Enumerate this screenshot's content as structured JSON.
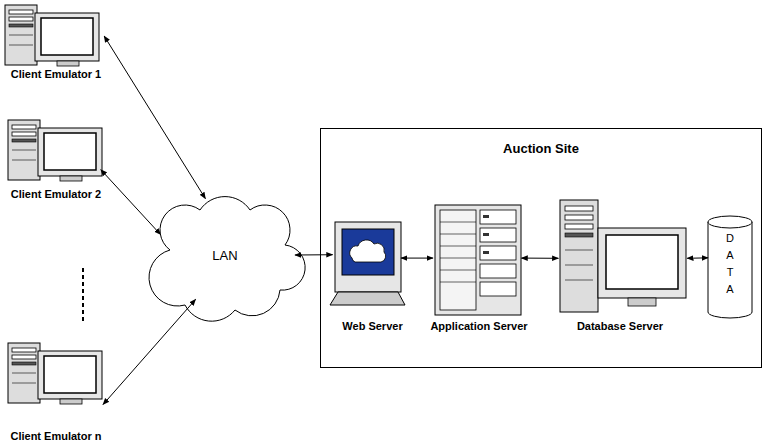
{
  "diagram": {
    "nodes": [
      {
        "text": [
          "Client Emulator 1"
        ]
      },
      {
        "text": [
          "Client Emulator 2"
        ]
      },
      {
        "text": [
          "Client Emulator n"
        ]
      },
      {
        "text": [
          "LAN"
        ]
      },
      {
        "text": [
          "Auction Site"
        ]
      },
      {
        "text": [
          "Web Server"
        ],
        "in": 4
      },
      {
        "text": [
          "Application Server"
        ],
        "in": 4
      },
      {
        "text": [
          "Database Server"
        ],
        "in": 4
      },
      {
        "text": [
          "DATA"
        ],
        "in": 4
      }
    ],
    "edges": [
      {
        "from": 0,
        "to": 3,
        "arrow": "both"
      },
      {
        "from": 1,
        "to": 3,
        "arrow": "both"
      },
      {
        "from": 2,
        "to": 3,
        "arrow": "both"
      },
      {
        "from": 3,
        "to": 5,
        "arrow": "both"
      },
      {
        "from": 5,
        "to": 6,
        "arrow": "both"
      },
      {
        "from": 6,
        "to": 7,
        "arrow": "both"
      },
      {
        "from": 7,
        "to": 8,
        "arrow": "both"
      }
    ]
  }
}
